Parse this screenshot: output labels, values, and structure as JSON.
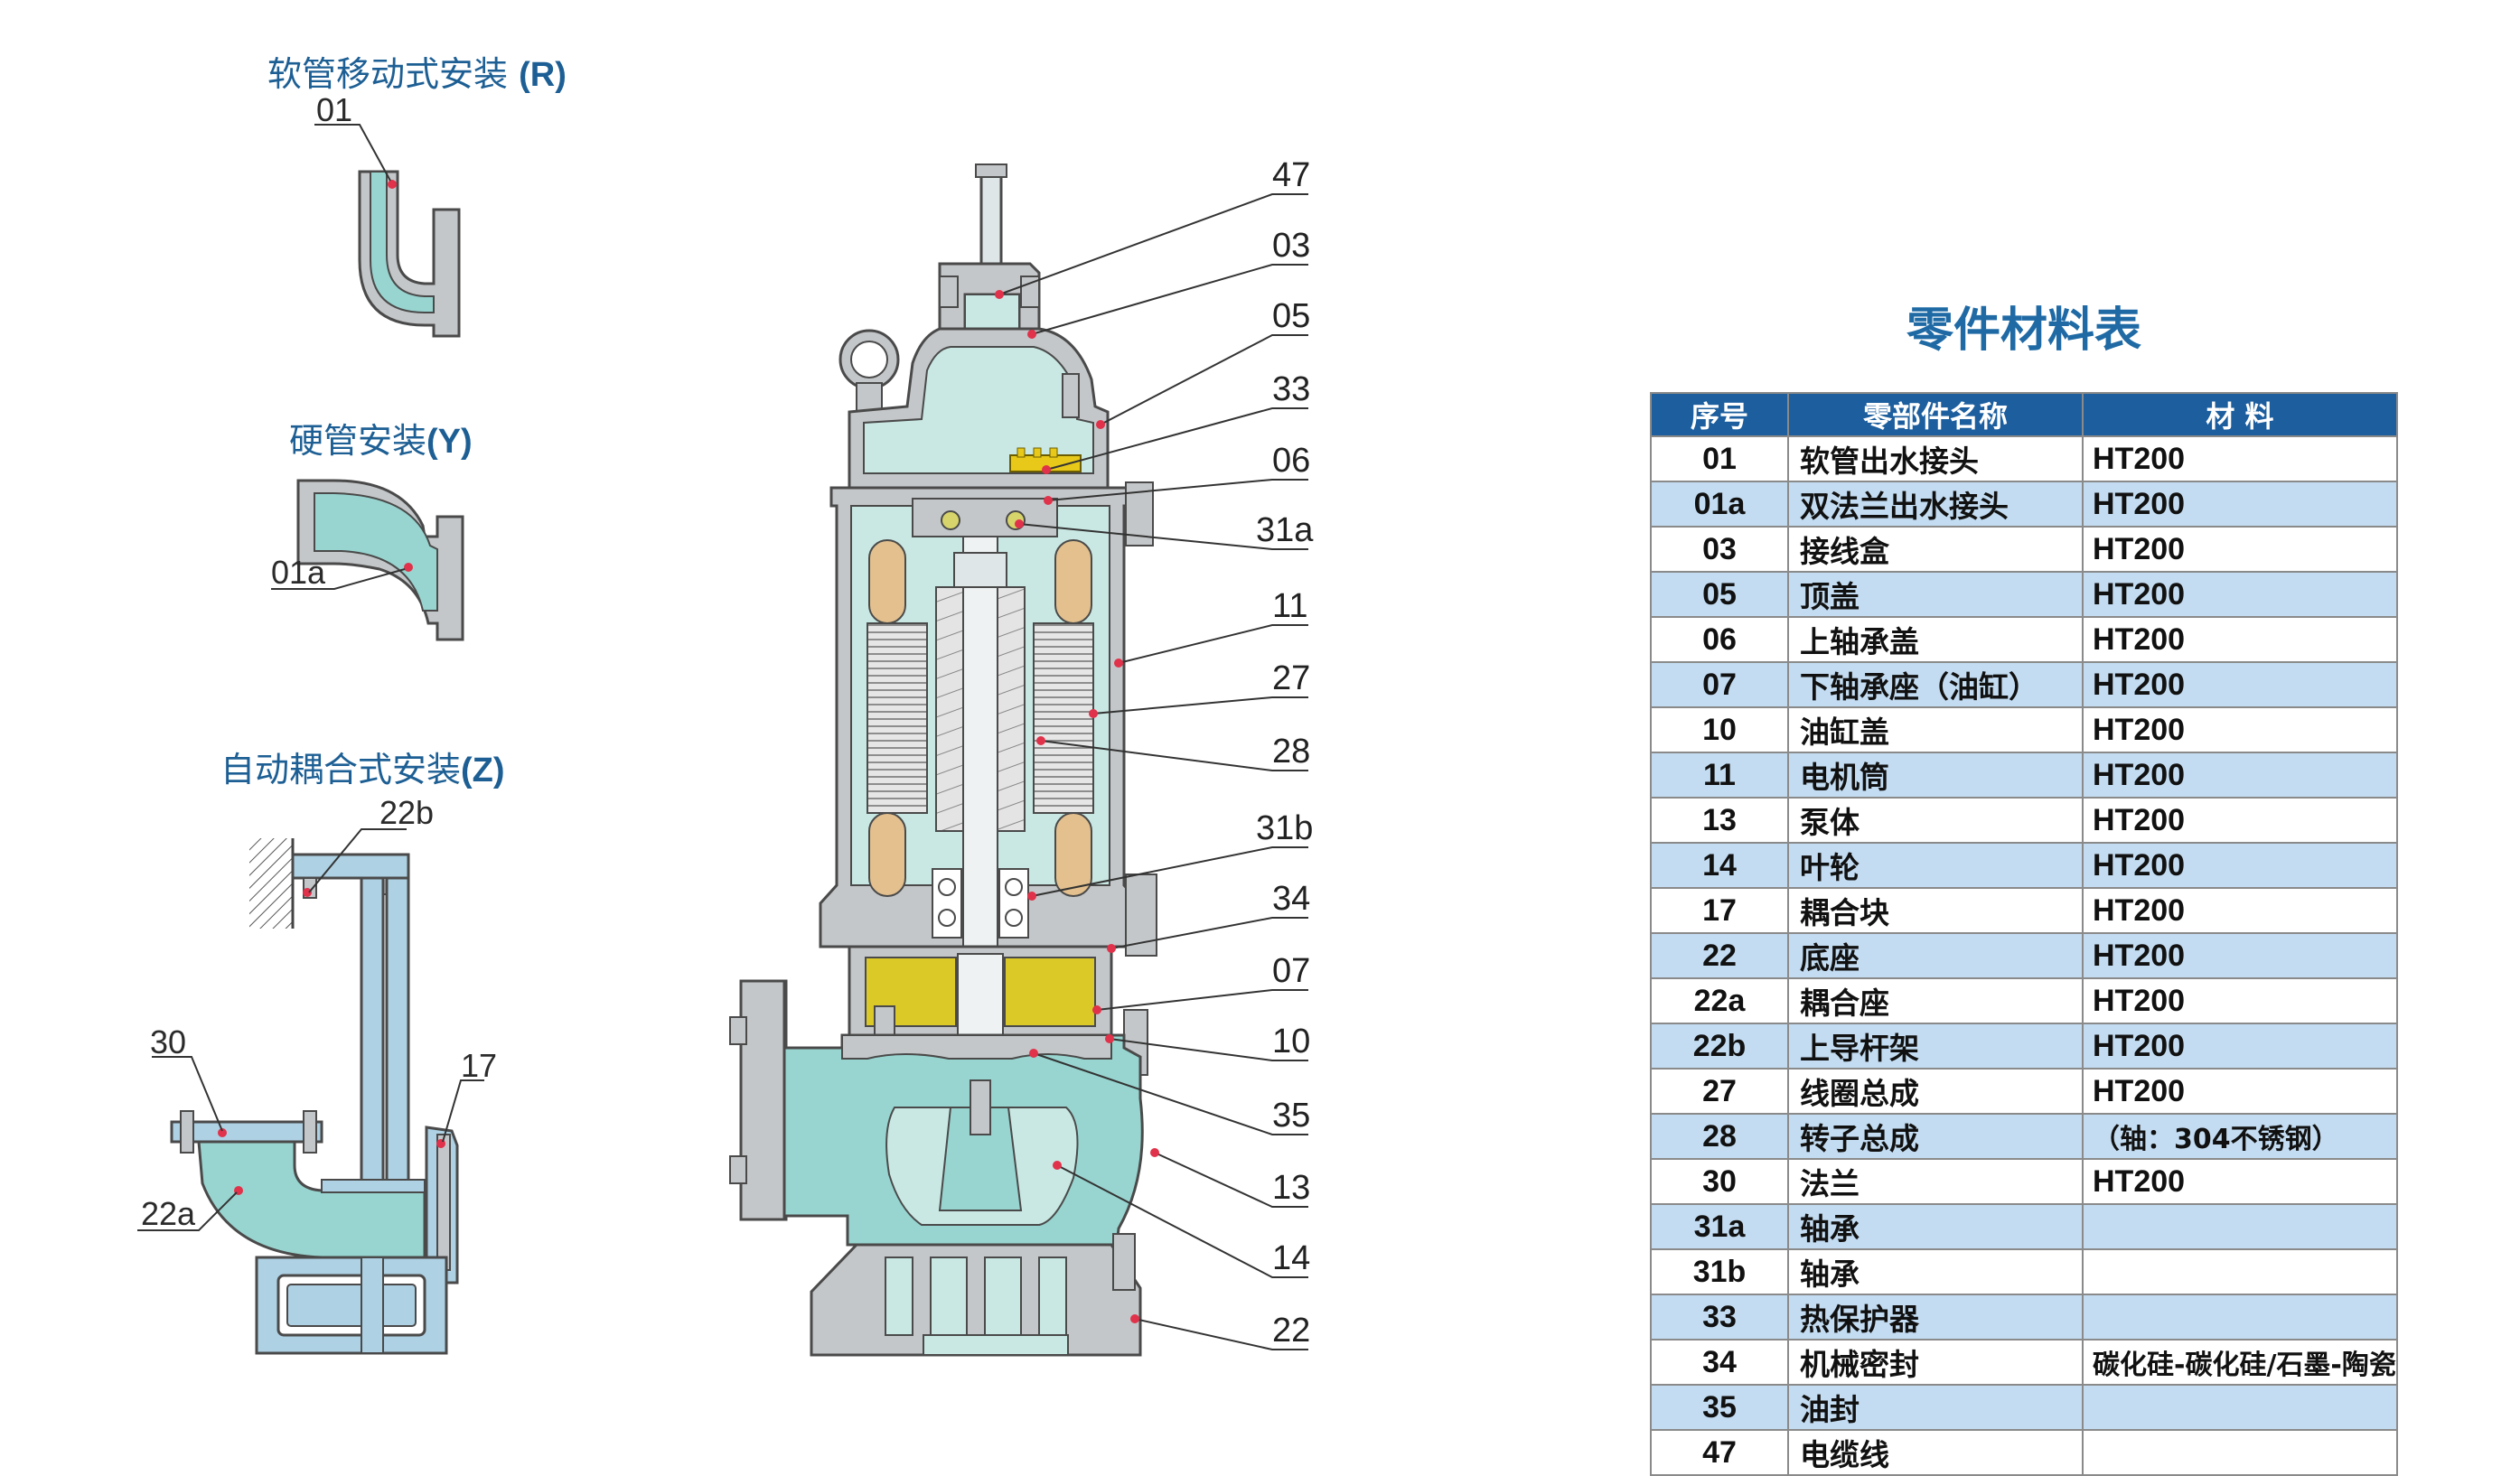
{
  "installations": {
    "r": {
      "title_cn": "软管移动式安装",
      "title_code": "(R)",
      "part": "01"
    },
    "y": {
      "title_cn": "硬管安装",
      "title_code": "(Y)",
      "part": "01a"
    },
    "z": {
      "title_cn": "自动耦合式安装",
      "title_code": "(Z)",
      "parts": [
        "22b",
        "30",
        "17",
        "22a"
      ]
    }
  },
  "callouts": [
    "47",
    "03",
    "05",
    "33",
    "06",
    "31a",
    "11",
    "27",
    "28",
    "31b",
    "34",
    "07",
    "10",
    "35",
    "13",
    "14",
    "22"
  ],
  "table": {
    "title": "零件材料表",
    "headers": [
      "序号",
      "零部件名称",
      "材  料"
    ],
    "rows": [
      {
        "no": "01",
        "name": "软管出水接头",
        "material": "HT200"
      },
      {
        "no": "01a",
        "name": "双法兰出水接头",
        "material": "HT200"
      },
      {
        "no": "03",
        "name": "接线盒",
        "material": "HT200"
      },
      {
        "no": "05",
        "name": "顶盖",
        "material": "HT200"
      },
      {
        "no": "06",
        "name": "上轴承盖",
        "material": "HT200"
      },
      {
        "no": "07",
        "name": "下轴承座（油缸）",
        "material": "HT200"
      },
      {
        "no": "10",
        "name": "油缸盖",
        "material": "HT200"
      },
      {
        "no": "11",
        "name": "电机筒",
        "material": "HT200"
      },
      {
        "no": "13",
        "name": "泵体",
        "material": "HT200"
      },
      {
        "no": "14",
        "name": "叶轮",
        "material": "HT200"
      },
      {
        "no": "17",
        "name": "耦合块",
        "material": "HT200"
      },
      {
        "no": "22",
        "name": "底座",
        "material": "HT200"
      },
      {
        "no": "22a",
        "name": "耦合座",
        "material": "HT200"
      },
      {
        "no": "22b",
        "name": "上导杆架",
        "material": "HT200"
      },
      {
        "no": "27",
        "name": "线圈总成",
        "material": "HT200"
      },
      {
        "no": "28",
        "name": "转子总成",
        "material": "（轴：304不锈钢）"
      },
      {
        "no": "30",
        "name": "法兰",
        "material": "HT200"
      },
      {
        "no": "31a",
        "name": "轴承",
        "material": ""
      },
      {
        "no": "31b",
        "name": "轴承",
        "material": ""
      },
      {
        "no": "33",
        "name": "热保护器",
        "material": ""
      },
      {
        "no": "34",
        "name": "机械密封",
        "material": "碳化硅-碳化硅/石墨-陶瓷"
      },
      {
        "no": "35",
        "name": "油封",
        "material": ""
      },
      {
        "no": "47",
        "name": "电缆线",
        "material": ""
      }
    ]
  },
  "colors": {
    "fill_light": "#c9e8e3",
    "fill_cyan": "#98d5d0",
    "fill_blue": "#aed1e4",
    "metal_gray": "#c3c6c8",
    "outline": "#4a4a4a",
    "oil_yellow": "#dbc928",
    "winding_tan": "#e3c08e",
    "header_blue": "#1c5e9e",
    "row_blue": "#c3dcf1",
    "title_blue": "#1f6aa5",
    "dot_red": "#e0324a"
  }
}
